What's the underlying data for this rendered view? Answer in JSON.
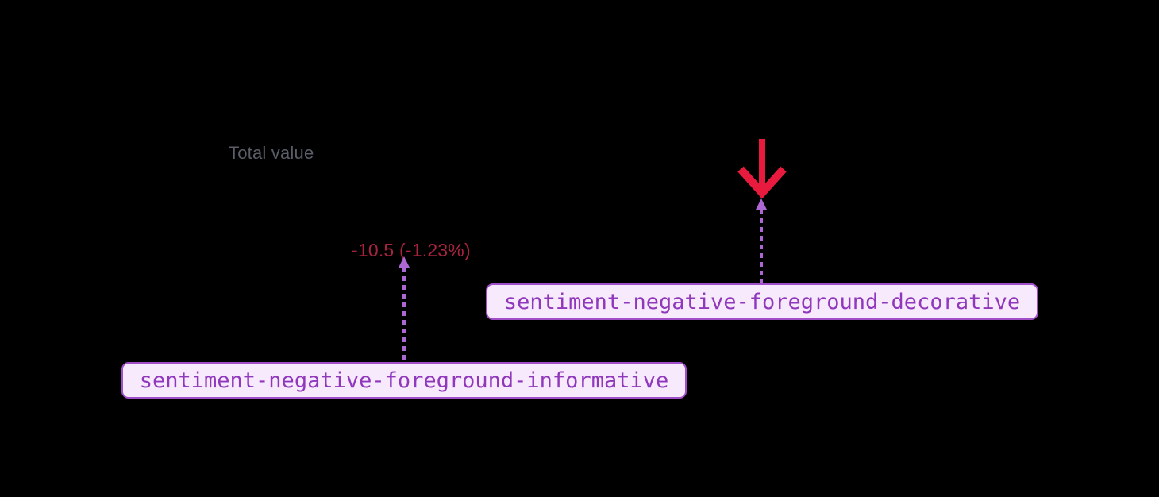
{
  "diagram": {
    "description": "Design-token annotation diagram for negative sentiment colors over a KPI fragment",
    "kpi": {
      "total_value_label": "Total value",
      "negative_value_text": "-10.5 (-1.23%)"
    },
    "annotations": {
      "informative": {
        "label": "sentiment-negative-foreground-informative"
      },
      "decorative": {
        "label": "sentiment-negative-foreground-decorative"
      }
    },
    "icons": {
      "down_arrow": "down-arrow-icon",
      "connector_arrow": "dotted-up-arrow-connector"
    },
    "colors": {
      "background": "#000000",
      "negative_value_text": "#A8233E",
      "arrow_red": "#E81A3E",
      "annotation_border": "#A14FC9",
      "annotation_fill": "#F7EAFC",
      "annotation_text": "#9038BC",
      "connector_purple": "#AC67D3",
      "muted_label_gray": "#5A5E68"
    }
  }
}
